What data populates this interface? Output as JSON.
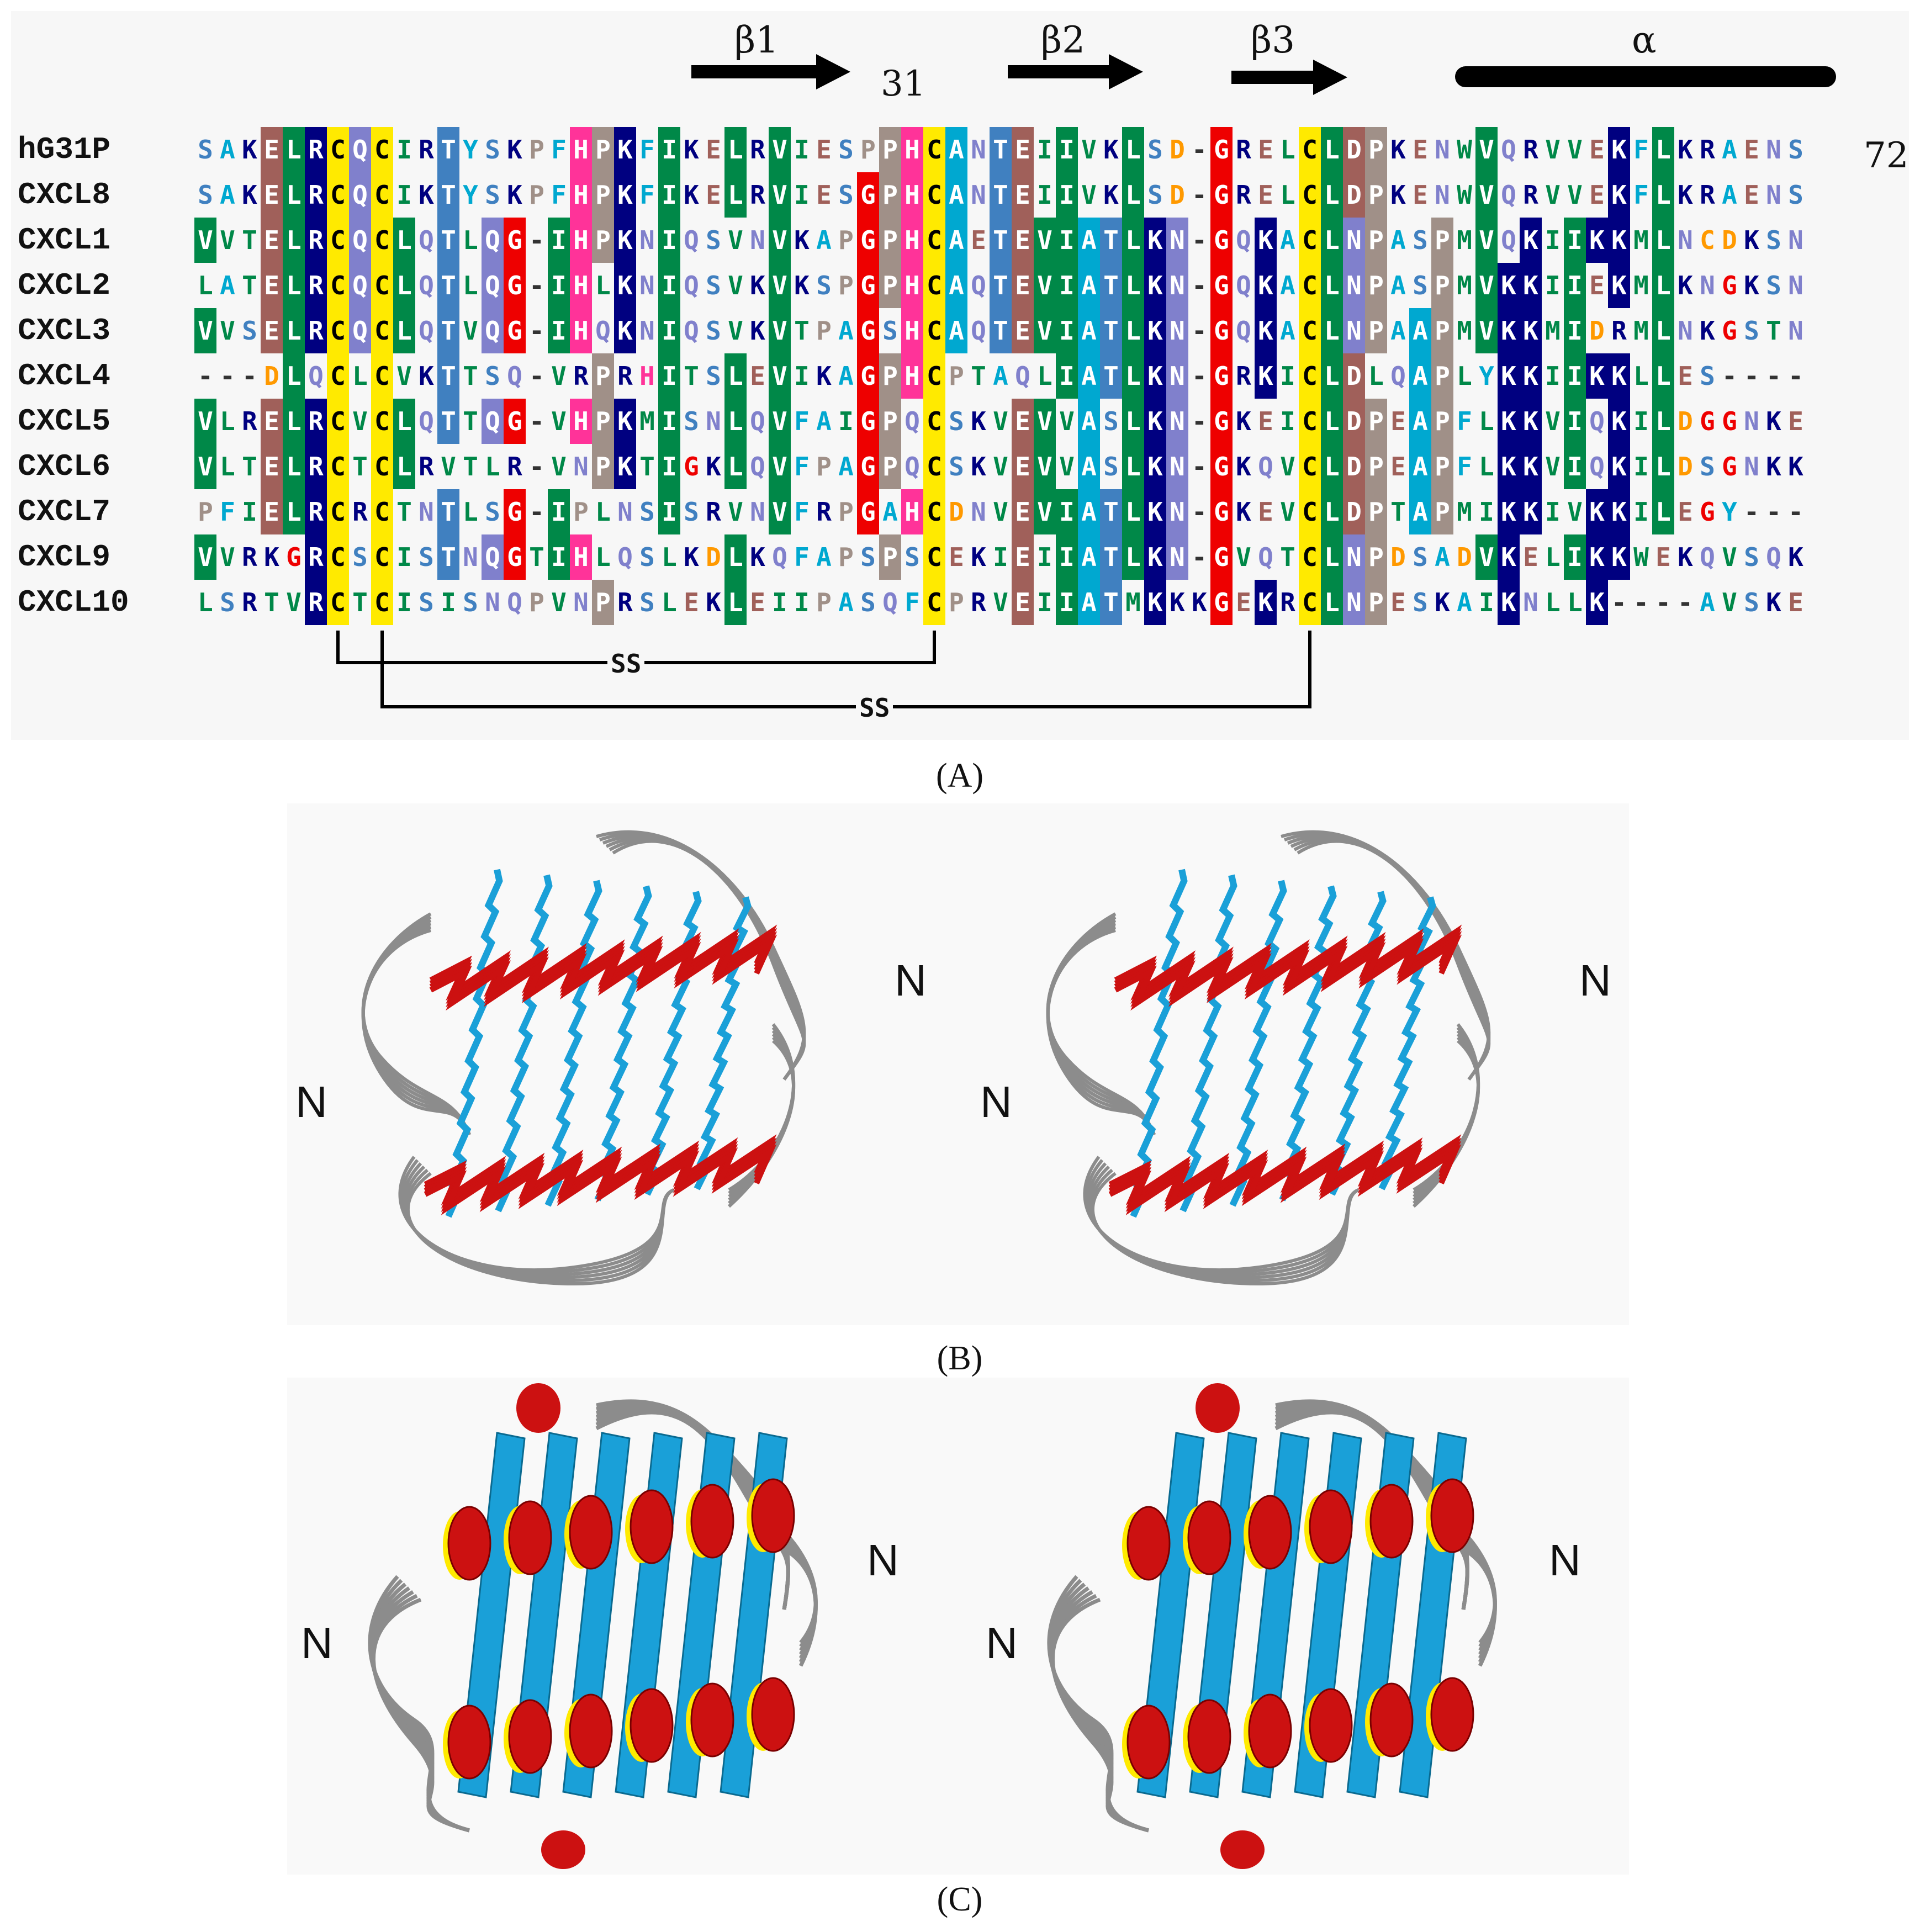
{
  "panel_a": {
    "caption": "(A)",
    "secondary_structure": [
      {
        "label": "β1",
        "type": "strand"
      },
      {
        "label": "β2",
        "type": "strand"
      },
      {
        "label": "β3",
        "type": "strand"
      },
      {
        "label": "α",
        "type": "helix"
      }
    ],
    "position_mark": "31",
    "end_number": "72",
    "disulfide_label": "SS",
    "sequences": [
      {
        "name": "hG31P",
        "seq": "SAKELRCQCIRTYSKPFHPKFIKELRVIESPPHCANTEIIVKLSD-GRELCLDPKENWVQRVVEKFLKRAENS"
      },
      {
        "name": "CXCL8",
        "seq": "SAKELRCQCIKTYSKPFHPKFIKELRVIESGPHCANTEIIVKLSD-GRELCLDPKENWVQRVVEKFLKRAENS"
      },
      {
        "name": "CXCL1",
        "seq": "VVTELRCQCLQTLQG-IHPKNIQSVNVKAPGPHCAETEVIATLKN-GQKACLNPASPMVQKIIKKMLNCDKSN"
      },
      {
        "name": "CXCL2",
        "seq": "LATELRCQCLQTLQG-IHLKNIQSVKVKSPGPHCAQTEVIATLKN-GQKACLNPASPMVKKIIEKMLKNGKSN"
      },
      {
        "name": "CXCL3",
        "seq": "VVSELRCQCLQTVQG-IHQKNIQSVKVTPAGSHCAQTEVIATLKN-GQKACLNPAAPMVKKMIDRMLNKGSTN"
      },
      {
        "name": "CXCL4",
        "seq": "---DLQCLCVKTTSQ-VRPRHITSLEVIKAGPHCPTAQLIATLKN-GRKICLDLQAPLYKKIIKKLLES----"
      },
      {
        "name": "CXCL5",
        "seq": "VLRELRCVCLQTTQG-VHPKMISNLQVFAIGPQCSKVEVVASLKN-GKEICLDPEAPFLKKVIQKILDGGNKE"
      },
      {
        "name": "CXCL6",
        "seq": "VLTELRCTCLRVTLR-VNPKTIGKLQVFPAGPQCSKVEVVASLKN-GKQVCLDPEAPFLKKVIQKILDSGNKK"
      },
      {
        "name": "CXCL7",
        "seq": "PFIELRCRCTNTLSG-IPLNSISRVNVFRPGAHCDNVEVIATLKN-GKEVCLDPTAPMIKKIVKKILEGY---"
      },
      {
        "name": "CXCL9",
        "seq": "VVRKGRCSCISTNQGTIHLQSLKDLKQFAPSPSCEKIEIIATLKN-GVQTCLNPDSADVKELIKKWEKQVSQK"
      },
      {
        "name": "CXCL10",
        "seq": "LSRTVRCTCISISNQPVNPRSLEKLEIIPASQFCPRVEIIATMKKKGEKRCLNPESKAIKNLLK----AVSKE"
      }
    ]
  },
  "panel_b": {
    "caption": "(B)",
    "n_label": "N"
  },
  "panel_c": {
    "caption": "(C)",
    "n_label": "N"
  },
  "colors": {
    "cys_highlight": "#ffea00",
    "green": "#008848",
    "navy": "#000080",
    "brown": "#a0605a",
    "periwinkle": "#8080cc",
    "steelblue": "#4080c0",
    "cyan": "#00a8d0",
    "pink": "#ff3399",
    "red": "#ee0000",
    "orange": "#ff9900",
    "gray": "#a09088",
    "helix_red": "#cc1111",
    "strand_blue": "#1aa0d8",
    "loop_gray": "#8c8c8c"
  }
}
